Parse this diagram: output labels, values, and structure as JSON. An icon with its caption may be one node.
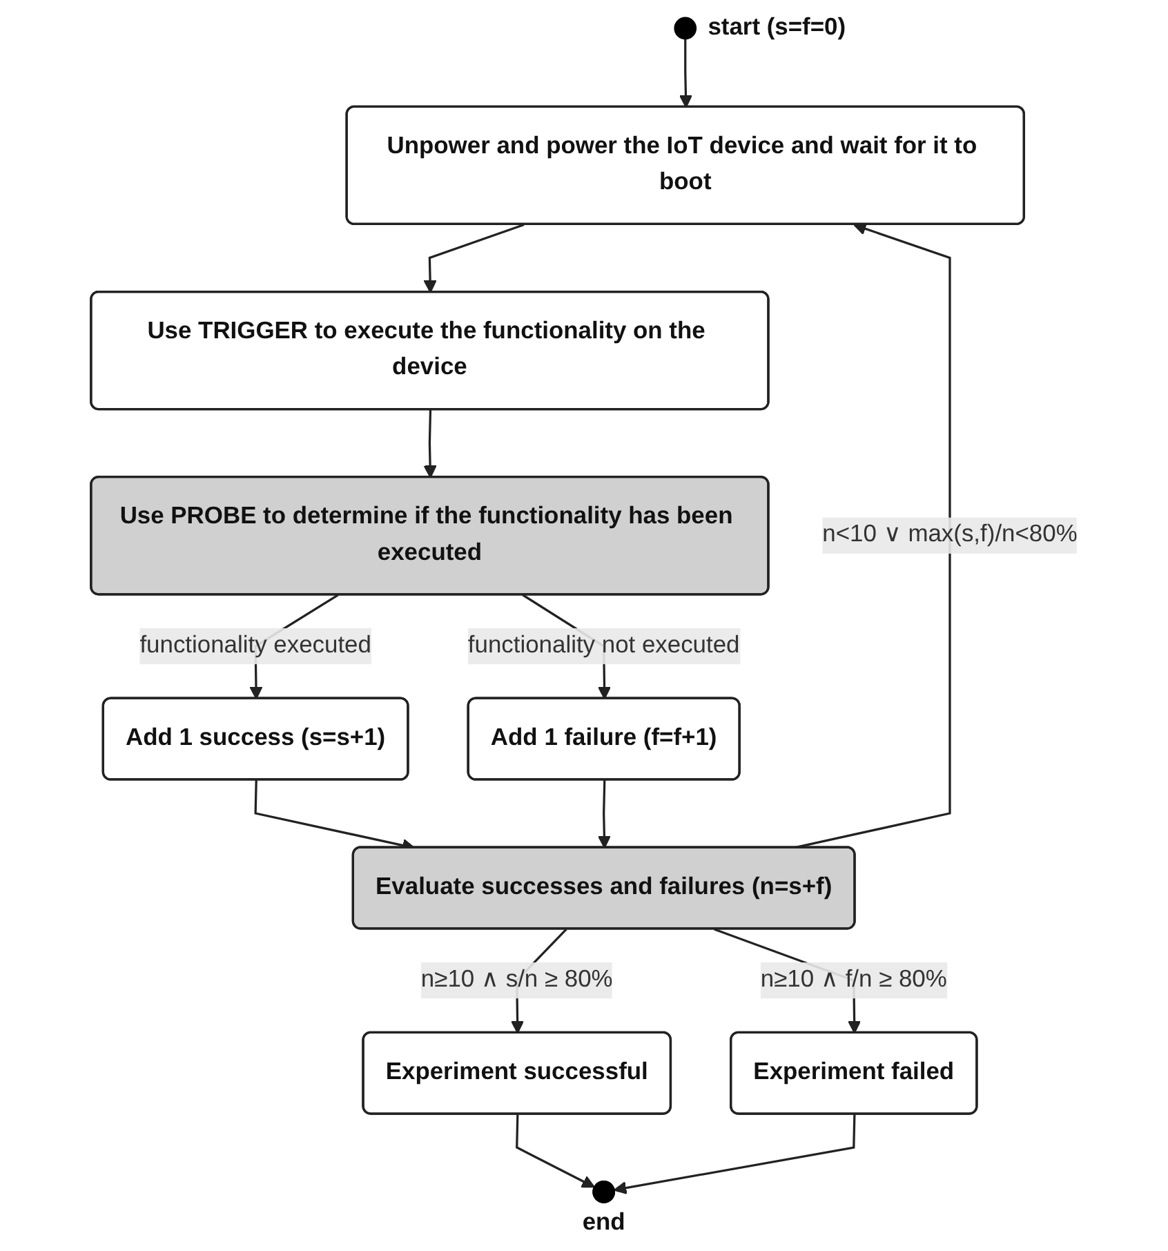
{
  "diagram": {
    "nodes": [
      {
        "text": [],
        "shape": "circle",
        "beside": [
          "start (s=f=0)"
        ]
      },
      {
        "text": [
          "Unpower and power the IoT device and wait for it to boot"
        ]
      },
      {
        "text": [
          "Use TRIGGER to execute the functionality on the device"
        ]
      },
      {
        "text": [
          "Use PROBE to determine if the functionality has been executed"
        ]
      },
      {
        "text": [
          "Add 1 success (s=s+1)"
        ]
      },
      {
        "text": [
          "Add 1 failure (f=f+1)"
        ]
      },
      {
        "text": [
          "Evaluate successes and failures (n=s+f)"
        ]
      },
      {
        "text": [
          "Experiment successful"
        ]
      },
      {
        "text": [],
        "shape": "circle",
        "beside": [
          "end"
        ]
      },
      {
        "text": [
          "Experiment failed"
        ]
      }
    ],
    "edges": [
      {
        "from": 0,
        "to": 1,
        "arrow": "to"
      },
      {
        "from": 1,
        "to": 2,
        "arrow": "to"
      },
      {
        "from": 2,
        "to": 3,
        "arrow": "to"
      },
      {
        "from": 3,
        "to": 4,
        "arrow": "to",
        "label": "functionality executed"
      },
      {
        "from": 3,
        "to": 5,
        "arrow": "to",
        "label": "functionality not executed"
      },
      {
        "from": 4,
        "to": 6,
        "arrow": "to"
      },
      {
        "from": 5,
        "to": 6,
        "arrow": "to"
      },
      {
        "from": 6,
        "to": 1,
        "arrow": "to",
        "label": "n<10 ∨ max(s,f)/n<80%"
      },
      {
        "from": 6,
        "to": 7,
        "arrow": "to",
        "label": "n≥10 ∧ s/n ≥ 80%"
      },
      {
        "from": 6,
        "to": 9,
        "arrow": "to",
        "label": "n≥10 ∧ f/n ≥ 80%"
      },
      {
        "from": 7,
        "to": 8,
        "arrow": "to"
      },
      {
        "from": 9,
        "to": 8,
        "arrow": "to"
      }
    ]
  }
}
